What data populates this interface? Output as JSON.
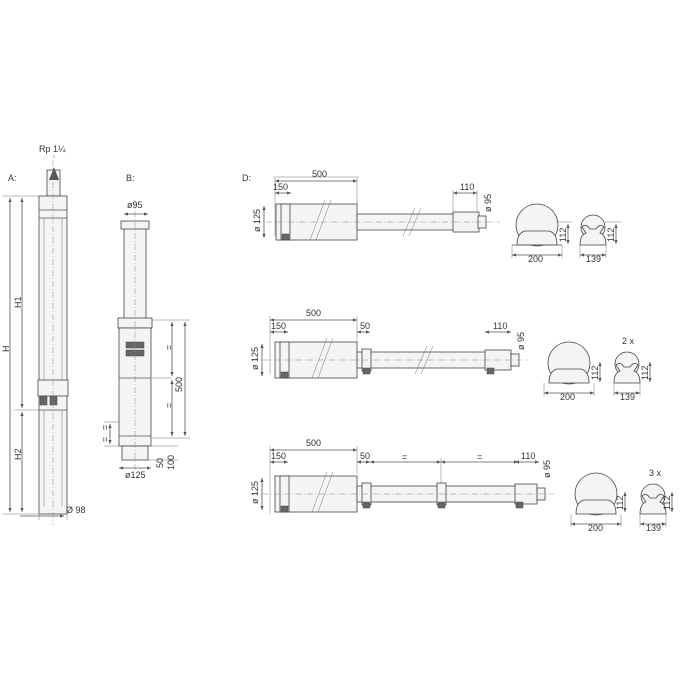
{
  "views": {
    "a": {
      "label": "A:",
      "rp": "Rp 1¼",
      "h": "H",
      "h1": "H1",
      "h2": "H2",
      "dia": "Ø 98"
    },
    "b": {
      "label": "B:",
      "dia_top": "ø95",
      "dia_bottom": "ø125",
      "eq1": "=",
      "eq2": "=",
      "eq3": "=",
      "eq4": "=",
      "dim500": "500",
      "dim50": "50",
      "dim100": "100"
    },
    "d": {
      "label": "D:",
      "row1": {
        "d500": "500",
        "d150": "150",
        "d110": "110",
        "d125": "ø 125",
        "d95": "ø 95",
        "d200": "200",
        "d112a": "112",
        "d139": "139",
        "d112b": "112"
      },
      "row2": {
        "d500": "500",
        "d150": "150",
        "d50": "50",
        "d110": "110",
        "d125": "ø 125",
        "d95": "ø 95",
        "d200": "200",
        "d112a": "112",
        "d139": "139",
        "d112b": "112",
        "mult": "2 x"
      },
      "row3": {
        "d500": "500",
        "d150": "150",
        "d50": "50",
        "eq1": "=",
        "eq2": "=",
        "d110": "110",
        "d125": "ø 125",
        "d95": "ø 95",
        "d200": "200",
        "d112a": "112",
        "d139": "139",
        "d112b": "112",
        "mult": "3 x"
      }
    }
  }
}
